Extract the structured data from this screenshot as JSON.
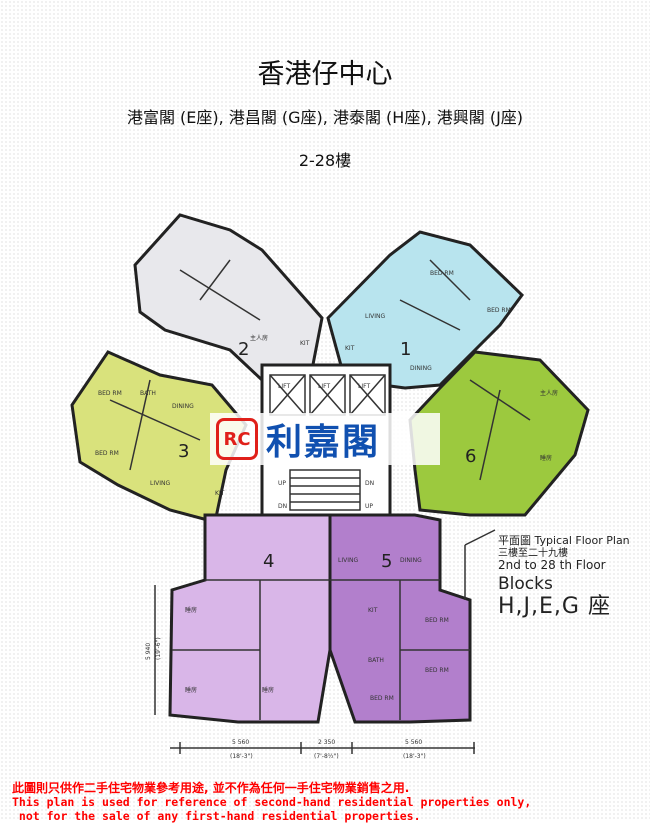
{
  "header": {
    "title": "香港仔中心",
    "subtitle": "港富閣 (E座), 港昌閣 (G座), 港泰閣 (H座), 港興閣 (J座)",
    "floors": "2-28樓"
  },
  "units": [
    {
      "number": "1",
      "color": "#b8e4ee",
      "rooms": [
        "LIVING",
        "DINING",
        "KIT",
        "BED RM",
        "BED RM"
      ]
    },
    {
      "number": "2",
      "color": "#e8e8ec",
      "rooms": [
        "主人房",
        "KIT"
      ]
    },
    {
      "number": "3",
      "color": "#d9e27c",
      "rooms": [
        "BED RM",
        "BATH",
        "DINING",
        "BED RM",
        "LIVING",
        "KIT"
      ]
    },
    {
      "number": "4",
      "color": "#d9b6e8",
      "rooms": [
        "睡房",
        "睡房",
        "睡房"
      ]
    },
    {
      "number": "5",
      "color": "#b27fcc",
      "rooms": [
        "LIVING",
        "DINING",
        "KIT",
        "BATH",
        "BED RM",
        "BED RM",
        "BED RM"
      ]
    },
    {
      "number": "6",
      "color": "#9cc93e",
      "rooms": [
        "主人房",
        "睡房"
      ]
    }
  ],
  "core": {
    "lifts": [
      "LIFT",
      "LIFT",
      "LIFT"
    ],
    "stairs": [
      "UP",
      "DN",
      "DN",
      "UP"
    ]
  },
  "logo": {
    "mark": "RC",
    "name": "利嘉閣"
  },
  "legend": {
    "line1": "平面圖 Typical Floor Plan",
    "line2": "三樓至二十九樓",
    "line3": "2nd to 28 th Floor",
    "line4": "Blocks",
    "line5": "H,J,E,G 座"
  },
  "dimensions": [
    {
      "metric": "5 560",
      "imperial": "(18'-3\")"
    },
    {
      "metric": "2 350",
      "imperial": "(7'-8½\")"
    },
    {
      "metric": "5 560",
      "imperial": "(18'-3\")"
    }
  ],
  "side_dimension": {
    "metric": "5 940",
    "imperial": "(19'-6\")"
  },
  "disclaimer": {
    "chinese": "此圖則只供作二手住宅物業參考用途, 並不作為任何一手住宅物業銷售之用.",
    "english_1": "This plan is used for reference of second-hand residential properties only,",
    "english_2": " not for the sale of any first-hand residential properties."
  }
}
